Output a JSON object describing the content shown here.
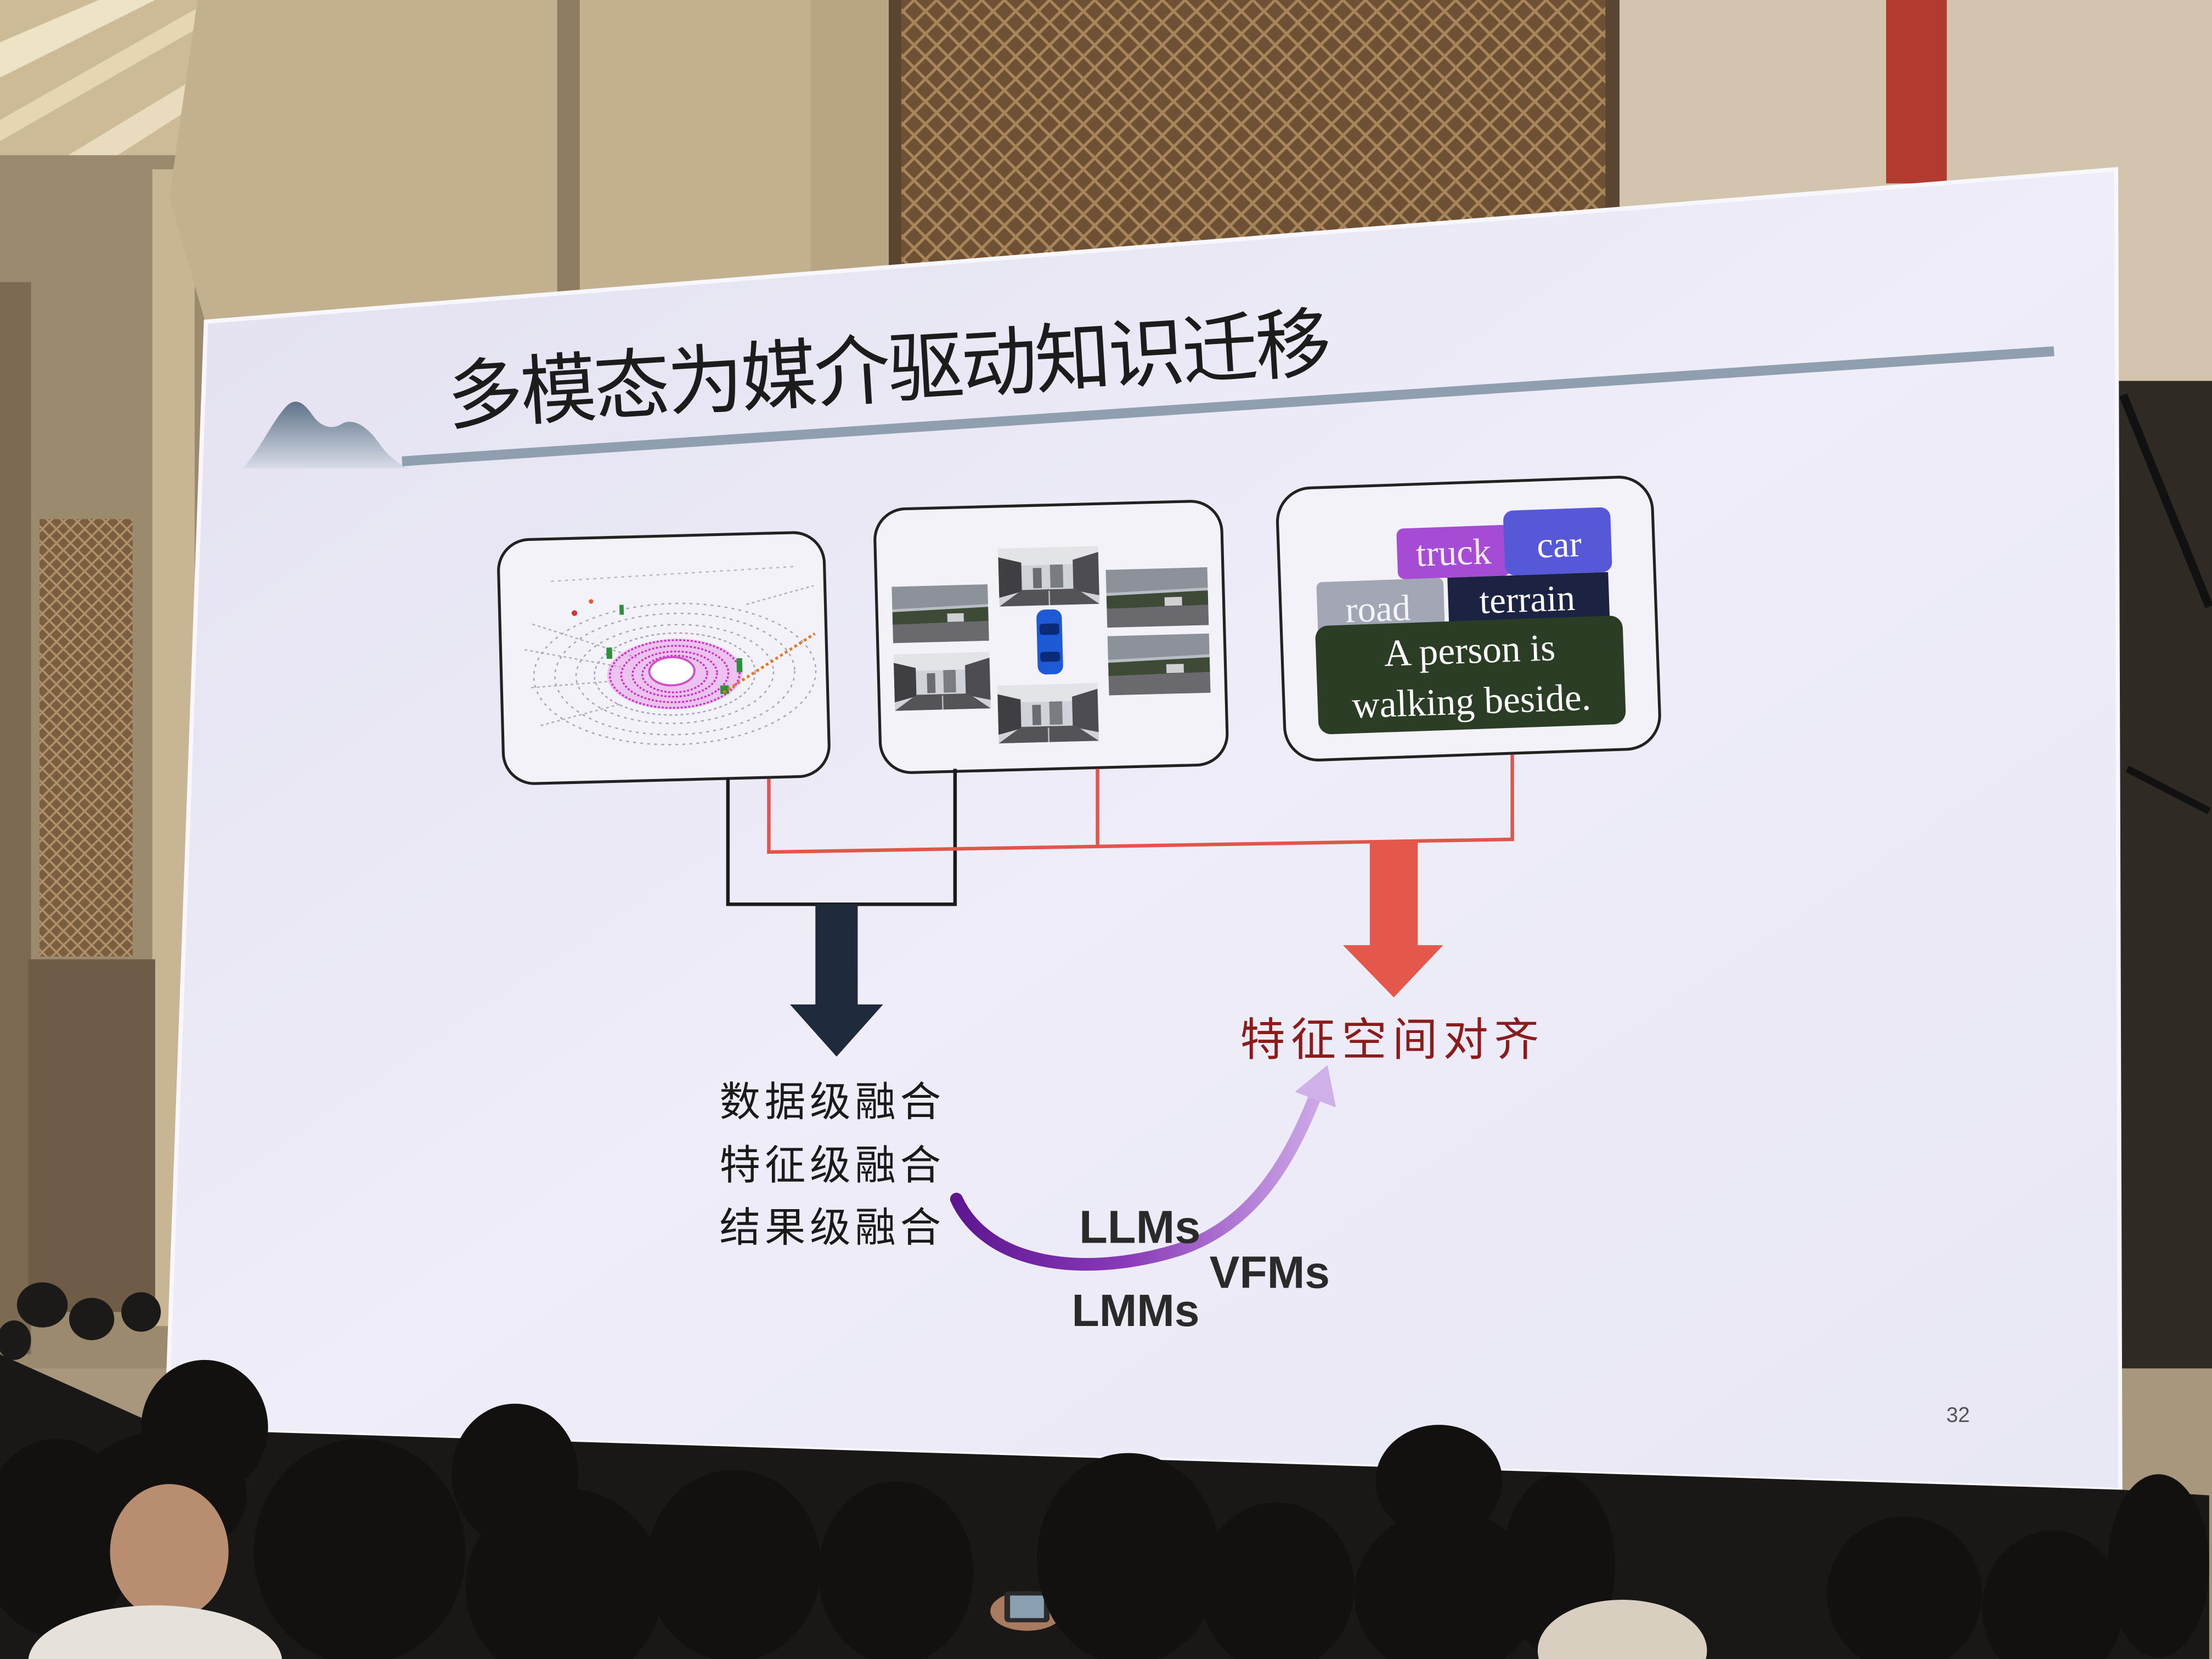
{
  "slide": {
    "title": "多模态为媒介驱动知识迁移",
    "labels": {
      "truck": "truck",
      "car": "car",
      "road": "road",
      "terrain": "terrain"
    },
    "caption": [
      "A person is",
      "walking beside."
    ],
    "fusion_levels": [
      "数据级融合",
      "特征级融合",
      "结果级融合"
    ],
    "alignment": "特征空间对齐",
    "models": [
      "LLMs",
      "VFMs",
      "LMMs"
    ],
    "page_number": "32"
  },
  "colors": {
    "slide_background": "#eae9f5",
    "title_text": "#1c1c1c",
    "title_rule": "#8f9fb0",
    "data_fusion_arrow": "#1f2b3c",
    "feature_alignment_arrow": "#e4584c",
    "alignment_text": "#8c1c1c",
    "label_truck": "#a64cd4",
    "label_car": "#5658d8",
    "label_road": "#a3a7b5",
    "label_terrain": "#1c2342",
    "caption_box": "#2c3d25",
    "transfer_curve": "#7a2aa8",
    "lidar_rings": "#cf2fc6",
    "ego_car": "#1f5ad6"
  }
}
